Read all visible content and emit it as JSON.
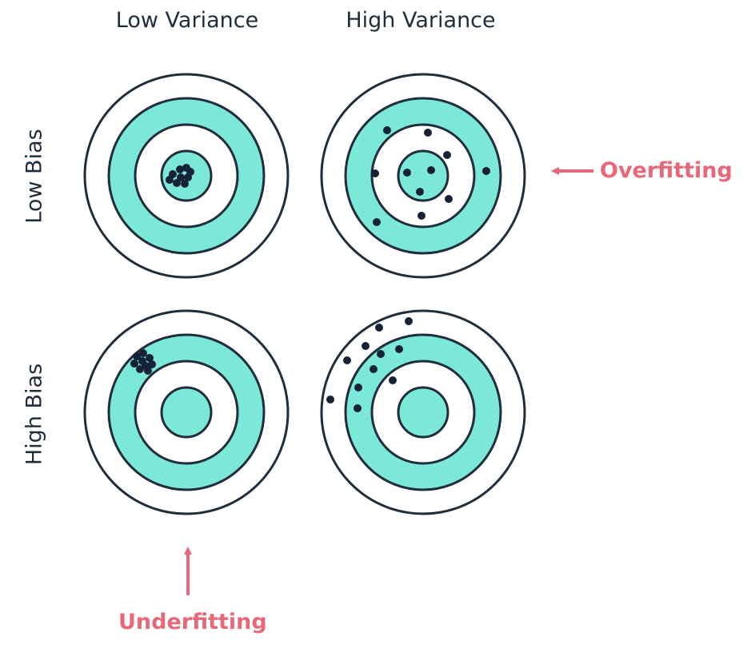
{
  "columns": {
    "low_variance": "Low Variance",
    "high_variance": "High Variance"
  },
  "rows": {
    "low_bias": "Low Bias",
    "high_bias": "High Bias"
  },
  "callouts": {
    "overfitting": "Overfitting",
    "underfitting": "Underfitting"
  },
  "colors": {
    "ring_fill": "#7be8d8",
    "ring_stroke": "#1f2d3d",
    "dot": "#152238",
    "callout": "#e8687a",
    "text": "#1f2d3d"
  }
}
